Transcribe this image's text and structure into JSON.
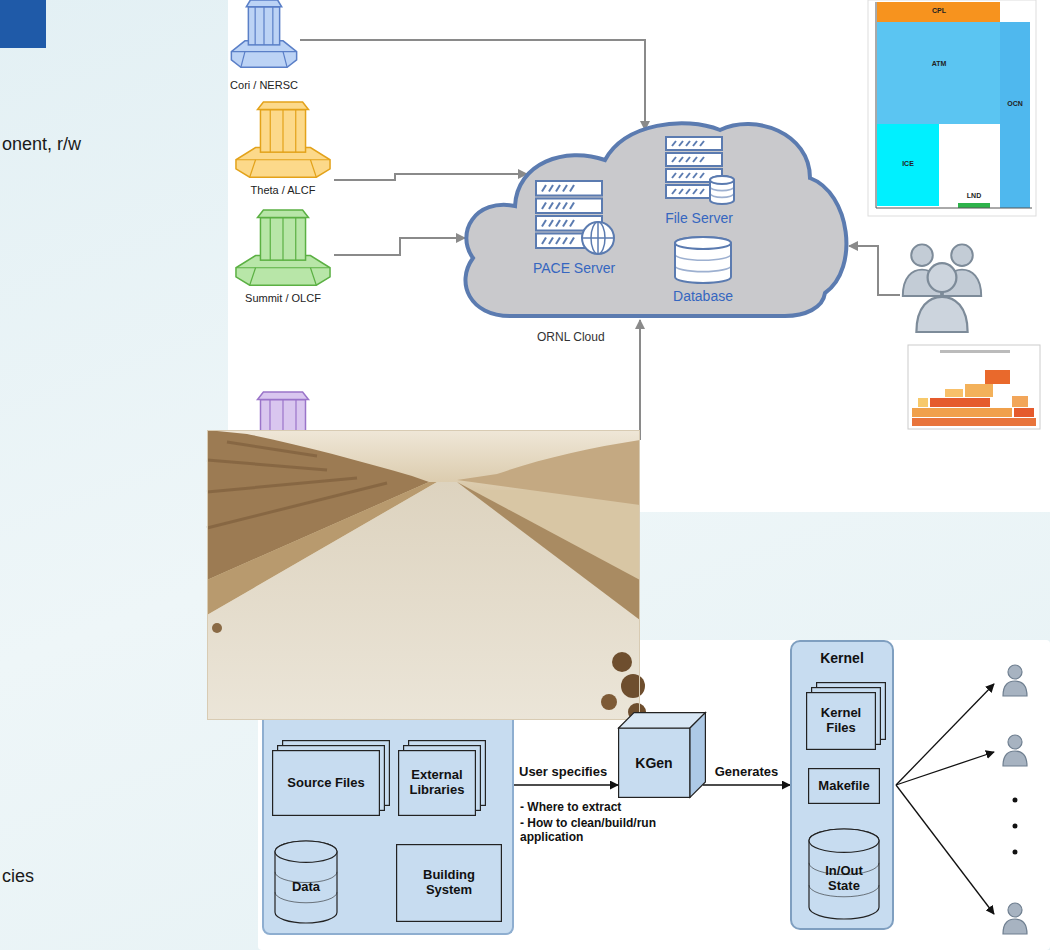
{
  "diagram": {
    "nodes": [
      {
        "text": [
          "Cori / NERSC"
        ]
      },
      {
        "text": [
          "Theta / ALCF"
        ]
      },
      {
        "text": [
          "Summit / OLCF"
        ]
      },
      {
        "text": [
          "ORNL Cloud"
        ]
      },
      {
        "text": [
          "PACE Server"
        ],
        "in": 3
      },
      {
        "text": [
          "File Server"
        ],
        "in": 3
      },
      {
        "text": [
          "Database"
        ],
        "in": 3
      },
      {
        "text": []
      },
      {
        "text": [
          "Source Files"
        ],
        "in": 7
      },
      {
        "text": [
          "External Libraries"
        ],
        "in": 7
      },
      {
        "text": [
          "Data"
        ],
        "in": 7
      },
      {
        "text": [
          "Building System"
        ],
        "in": 7
      },
      {
        "text": [
          "KGen"
        ]
      },
      {
        "text": [
          "Kernel"
        ]
      },
      {
        "text": [
          "Kernel Files"
        ],
        "in": 13
      },
      {
        "text": [
          "Makefile"
        ],
        "in": 13
      },
      {
        "text": [
          "In/Out State"
        ],
        "in": 13
      }
    ],
    "edges": [
      {
        "from": 0,
        "to": 3,
        "arrow": "to"
      },
      {
        "from": 1,
        "to": 3,
        "arrow": "to"
      },
      {
        "from": 2,
        "to": 3,
        "arrow": "to"
      },
      {
        "from": 4,
        "to": 5,
        "arrow": "to"
      },
      {
        "from": 4,
        "to": 6,
        "arrow": "to"
      },
      {
        "from": 7,
        "to": 12,
        "label": "User specifies",
        "arrow": "to"
      },
      {
        "from": 12,
        "to": 13,
        "label": "Generates",
        "arrow": "to"
      }
    ],
    "labels": [
      "onent, r/w",
      "CPL",
      "ATM",
      "OCN",
      "ICE",
      "LND",
      "- Where to extract",
      "- How to clean/build/run application",
      "cies"
    ]
  }
}
